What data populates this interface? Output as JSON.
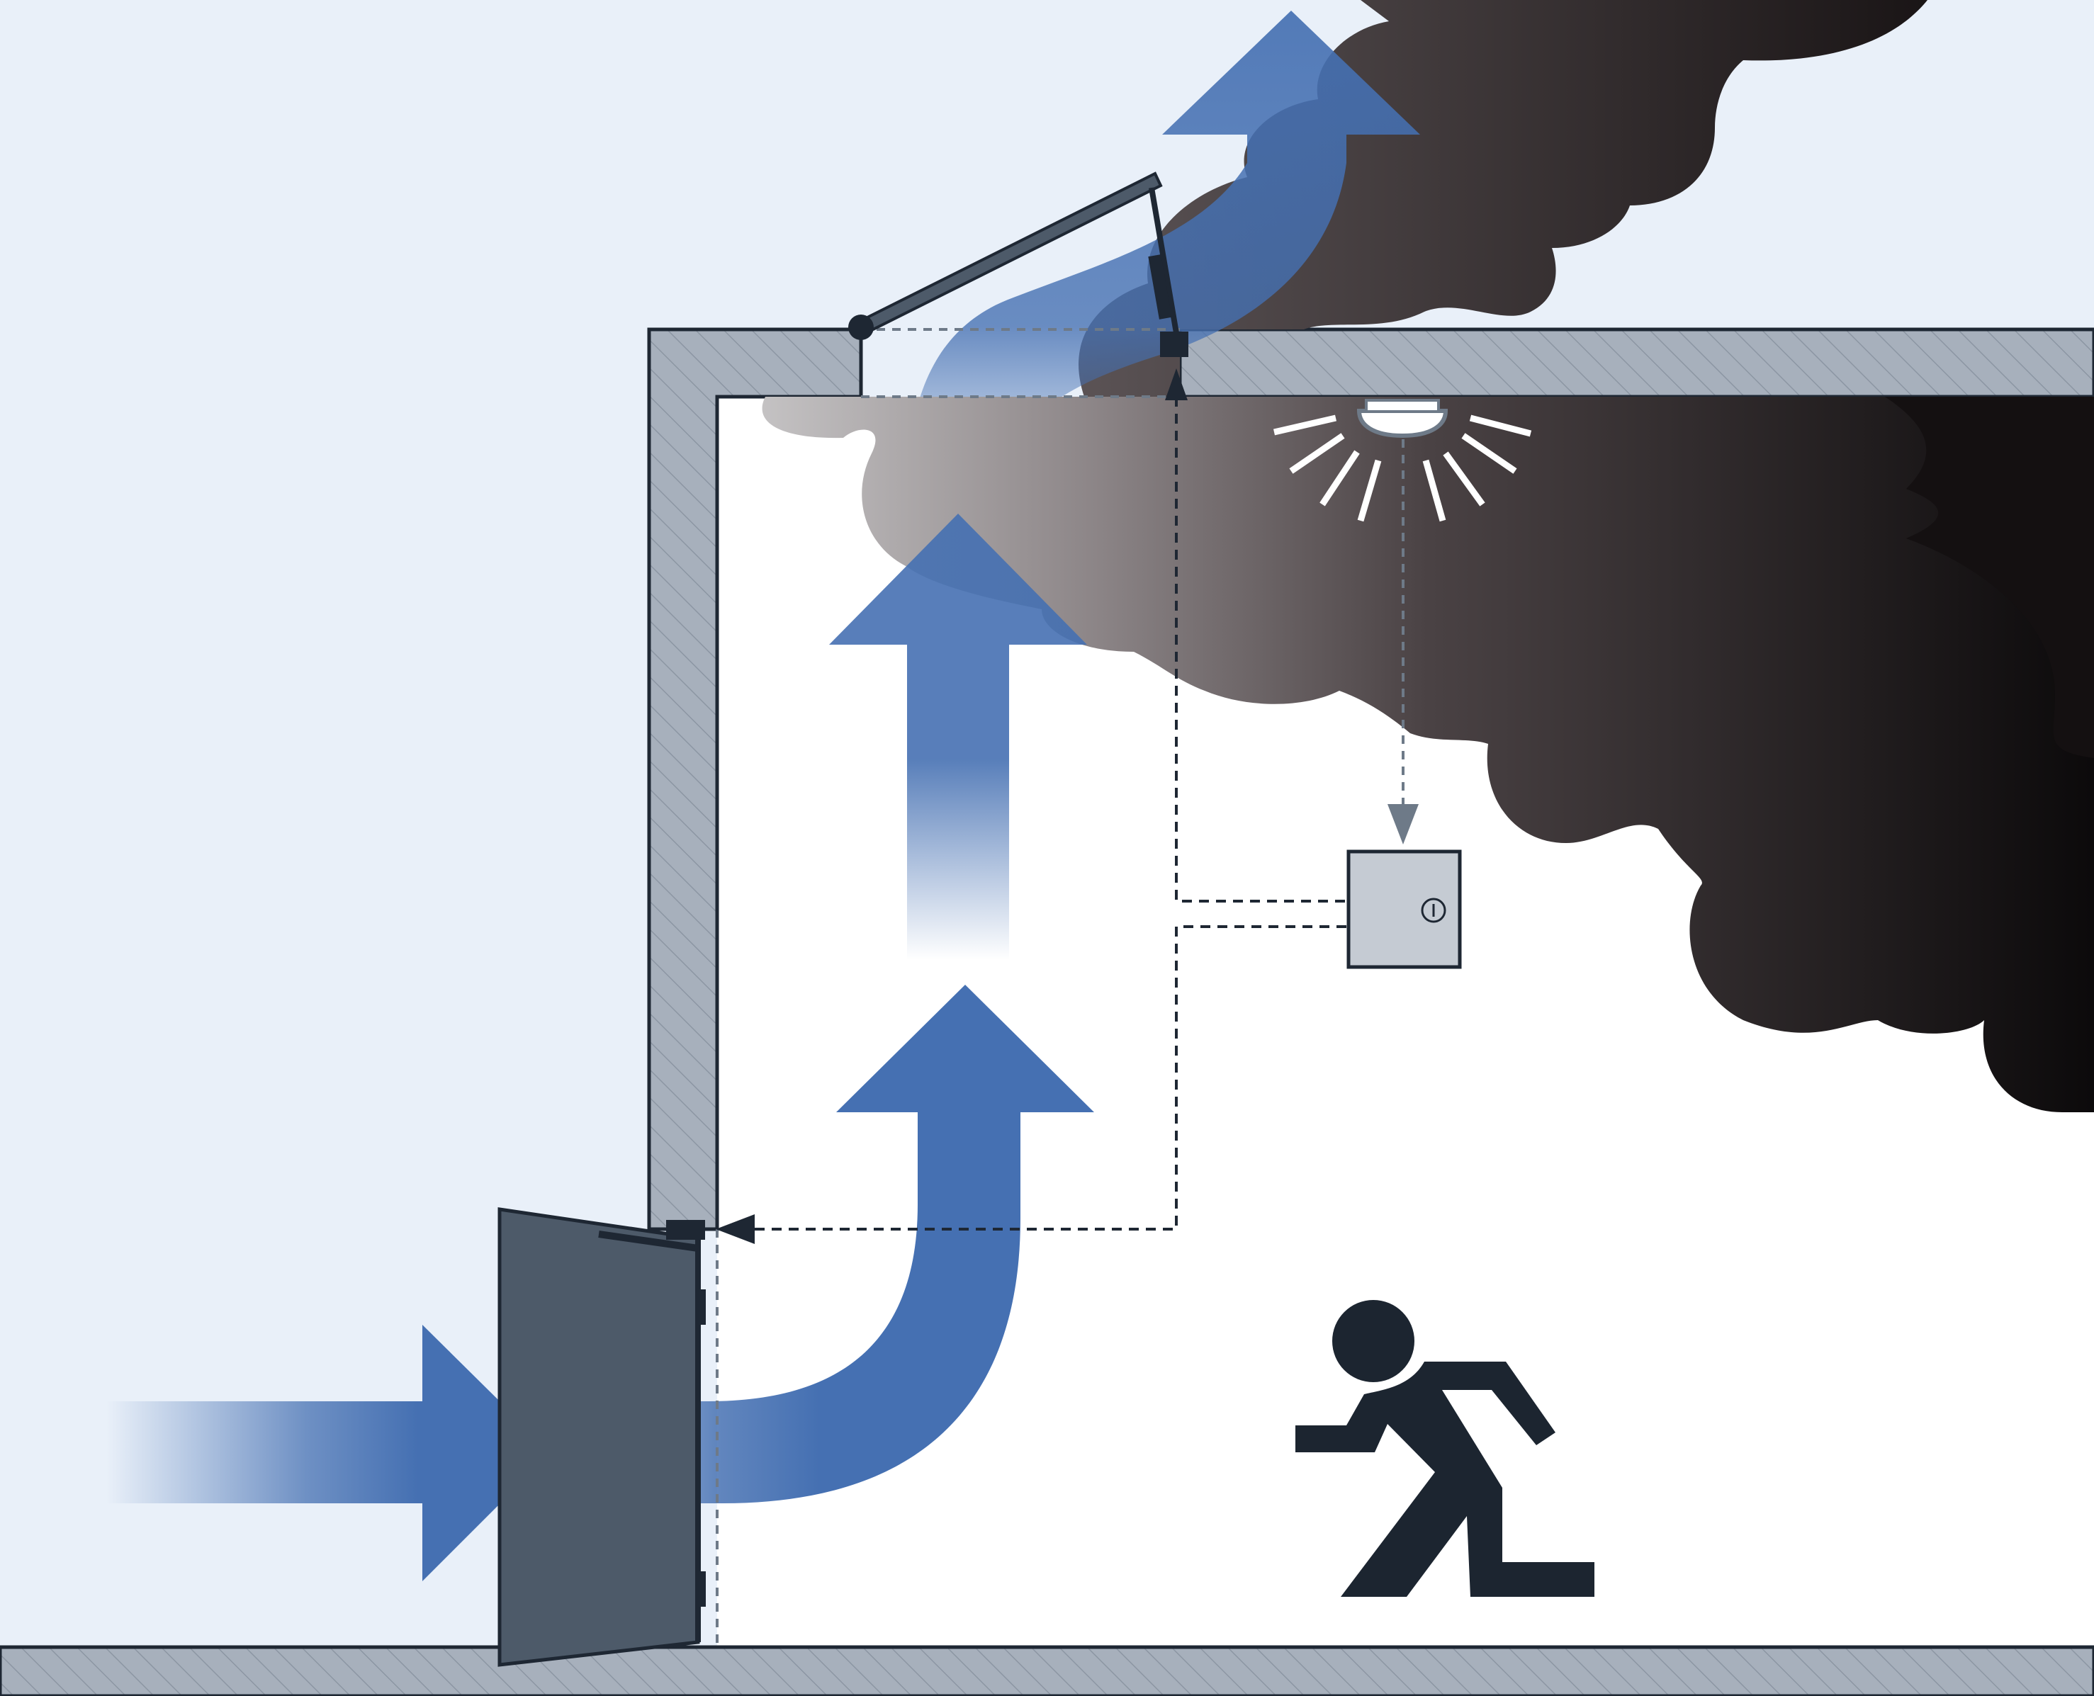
{
  "diagram": {
    "kind": "smoke-and-heat-exhaust-ventilation",
    "text_labels": [],
    "colors": {
      "sky": "#E9F0F9",
      "room_interior": "#FFFFFF",
      "wall_fill": "#A7B0BC",
      "wall_stroke": "#1E2733",
      "airflow_blue": "#4570B2",
      "smoke_light": "#B8B6B7",
      "smoke_dark": "#0D0B0C",
      "door_fill": "#4D5A69",
      "control_panel_fill": "#C5CBD3",
      "control_line": "#1E2733",
      "detector_line": "#6E7A88",
      "exit_figure": "#1C2530",
      "light_rays": "#FFFFFF"
    },
    "elements": [
      {
        "name": "building-wall-section",
        "icon": "hatched-wall"
      },
      {
        "name": "roof-smoke-vent",
        "icon": "opened-roof-hatch",
        "state": "open"
      },
      {
        "name": "vent-actuator",
        "icon": "linear-actuator"
      },
      {
        "name": "smoke-detector",
        "icon": "ceiling-smoke-detector",
        "state": "triggered"
      },
      {
        "name": "control-panel",
        "icon": "smoke-control-panel"
      },
      {
        "name": "inlet-door",
        "icon": "open-door",
        "state": "open"
      },
      {
        "name": "door-closer",
        "icon": "door-opener-actuator"
      },
      {
        "name": "smoke-cloud",
        "icon": "smoke-cloud"
      },
      {
        "name": "fresh-air-inflow",
        "icon": "arrow-right"
      },
      {
        "name": "air-upflow",
        "icon": "arrow-up"
      },
      {
        "name": "exhaust-outflow",
        "icon": "arrow-up-out"
      },
      {
        "name": "running-person",
        "icon": "emergency-exit-runner"
      }
    ]
  }
}
